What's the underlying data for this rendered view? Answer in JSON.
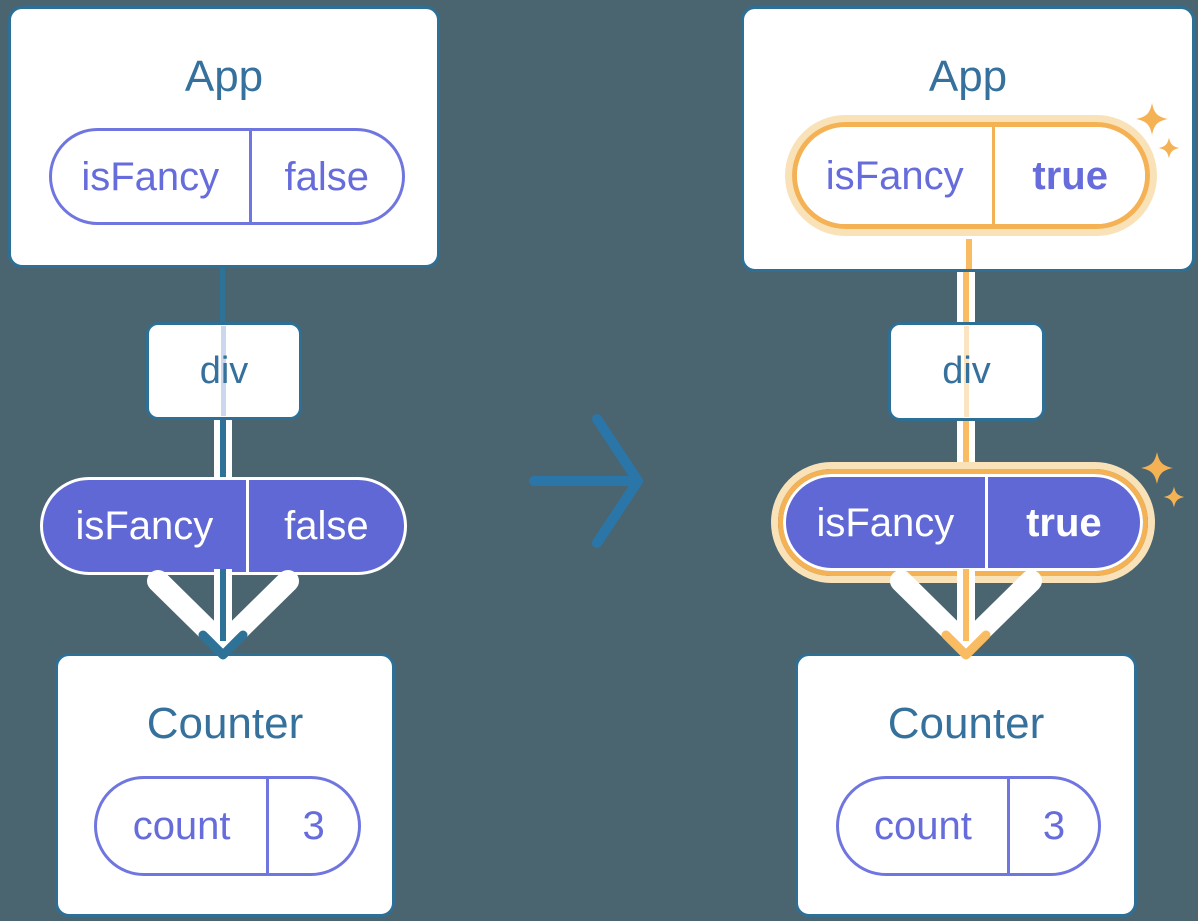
{
  "palette": {
    "background": "#4A6570",
    "card_border": "#2E6F96",
    "title_text": "#35719C",
    "flow_line_teal": "#2E7298",
    "transition_arrow_blue": "#2B76A9",
    "purple_fill": "#5F68D4",
    "purple_text": "#666CDB",
    "purple_border": "#7076DF",
    "highlight_orange": "#F5B255",
    "highlight_orange_line": "#F9BC62",
    "highlight_orange_glow": "#FAE2B8",
    "faded_orange_line": "#FBE4C1",
    "lavender_line": "#CBD7EC"
  },
  "left_tree": {
    "app": {
      "title": "App",
      "prop": {
        "name": "isFancy",
        "value": "false"
      }
    },
    "container": {
      "label": "div"
    },
    "passed_prop": {
      "name": "isFancy",
      "value": "false"
    },
    "counter": {
      "title": "Counter",
      "state": {
        "name": "count",
        "value": "3"
      }
    }
  },
  "right_tree": {
    "app": {
      "title": "App",
      "prop": {
        "name": "isFancy",
        "value": "true"
      }
    },
    "container": {
      "label": "div"
    },
    "passed_prop": {
      "name": "isFancy",
      "value": "true"
    },
    "counter": {
      "title": "Counter",
      "state": {
        "name": "count",
        "value": "3"
      }
    }
  },
  "icons": {
    "transition": "right-arrow-icon",
    "flow_down": "down-chevron-arrow-icon",
    "sparkles": "sparkle-icon"
  }
}
